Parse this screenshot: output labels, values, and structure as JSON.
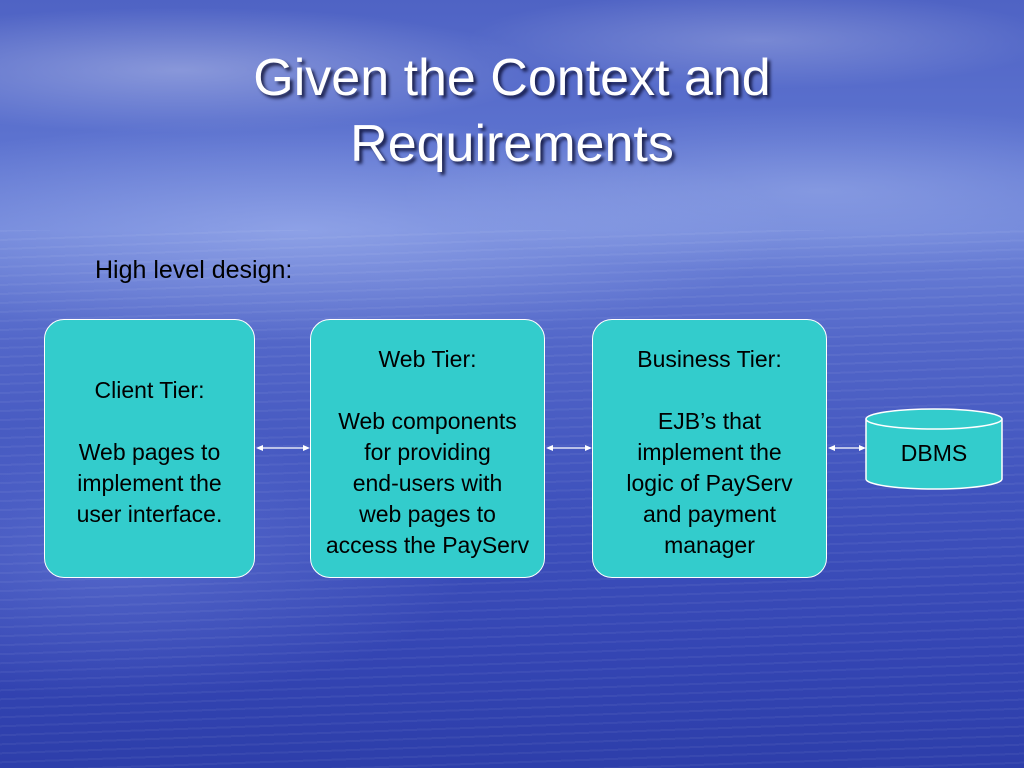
{
  "title": {
    "line1": "Given the Context and",
    "line2": "Requirements"
  },
  "subtitle": "High level design:",
  "tiers": {
    "client": {
      "heading": "Client Tier:",
      "body": "Web pages to\nimplement the\nuser interface."
    },
    "web": {
      "heading": "Web Tier:",
      "body": "Web components\nfor providing\nend-users with\nweb pages to\naccess the PayServ"
    },
    "business": {
      "heading": "Business Tier:",
      "body": "EJB’s that\nimplement the\nlogic of PayServ\nand payment\nmanager"
    }
  },
  "database": {
    "label": "DBMS"
  },
  "colors": {
    "box_fill": "#33cccc",
    "box_border": "#ffffff",
    "title_text": "#ffffff",
    "body_text": "#000000"
  }
}
